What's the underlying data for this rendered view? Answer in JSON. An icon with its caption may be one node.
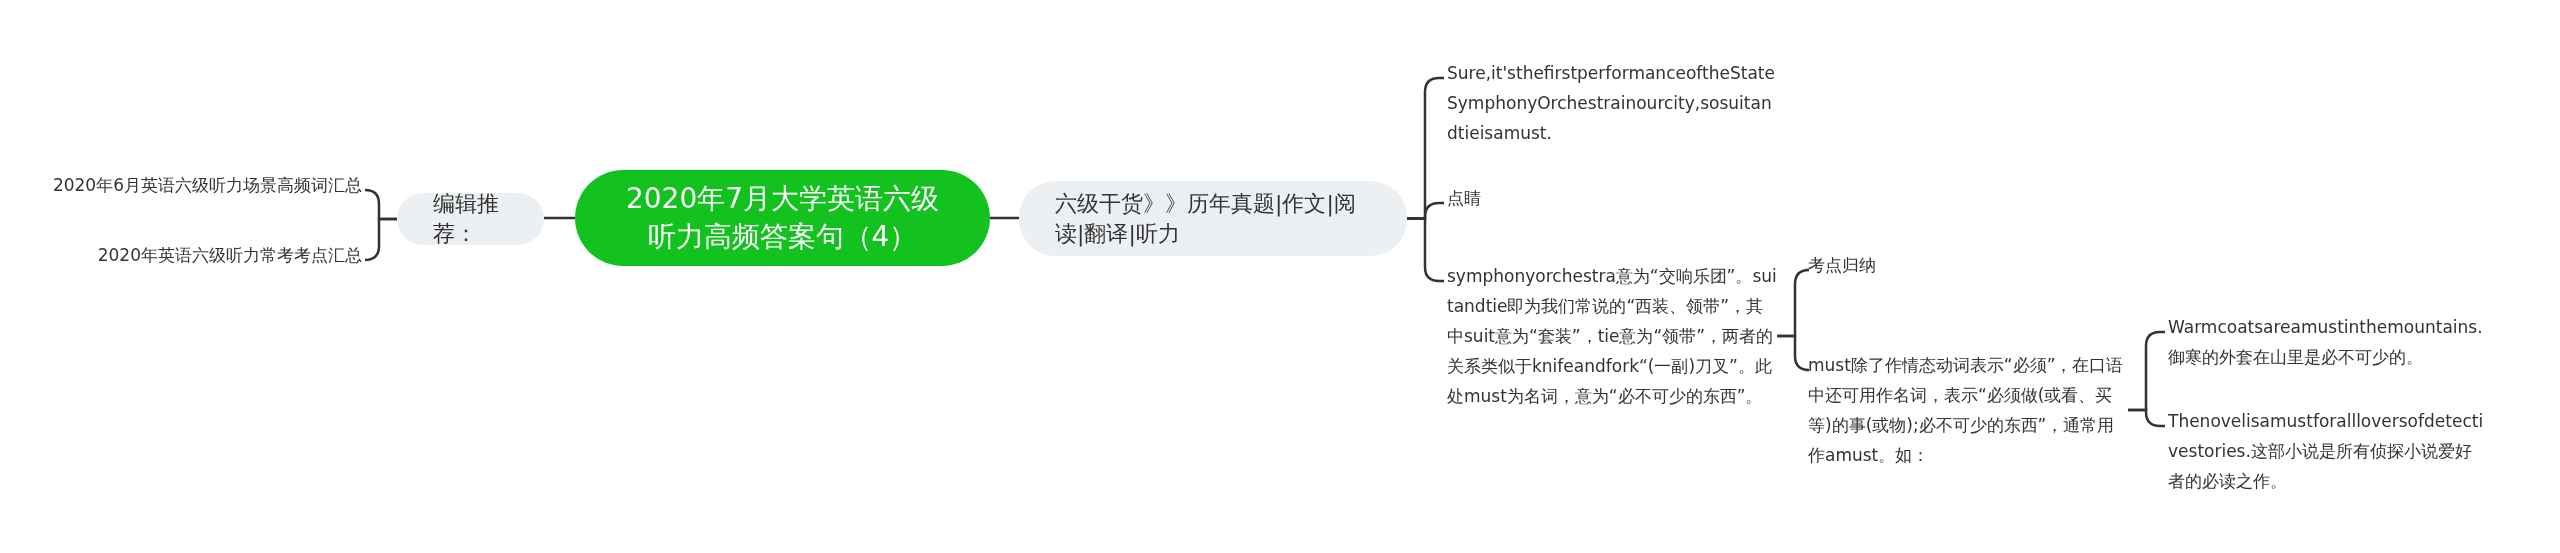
{
  "diagram": {
    "nodes": [
      {
        "text": [
          "2020年7月大学英语六级听力高频答案句（4）"
        ]
      },
      {
        "text": [
          "编辑推荐："
        ]
      },
      {
        "text": [
          "2020年6月英语六级听力场景高频词汇总"
        ]
      },
      {
        "text": [
          "2020年英语六级听力常考考点汇总"
        ]
      },
      {
        "text": [
          "六级干货》》历年真题|作文|阅读|翻译|听力"
        ]
      },
      {
        "text": [
          "Sure,it'sthefirstperformanceoftheStateSymphonyOrchestrainourcity,sosuitandtieisamust."
        ]
      },
      {
        "text": [
          "点睛"
        ]
      },
      {
        "text": [
          "symphonyorchestra意为“交响乐团”。suitandtie即为我们常说的“西装、领带”，其中suit意为“套装”，tie意为“领带”，两者的关系类似于knifeandfork“(一副)刀叉”。此处must为名词，意为“必不可少的东西”。"
        ]
      },
      {
        "text": [
          "考点归纳"
        ]
      },
      {
        "text": [
          "must除了作情态动词表示“必须”，在口语中还可用作名词，表示“必须做(或看、买等)的事(或物);必不可少的东西”，通常用作amust。如："
        ]
      },
      {
        "text": [
          "Warmcoatsareamustinthemountains.御寒的外套在山里是必不可少的。"
        ]
      },
      {
        "text": [
          "Thenovelisamustforallloversofdetectivestories.这部小说是所有侦探小说爱好者的必读之作。"
        ]
      }
    ],
    "edges": [
      {
        "from": 0,
        "to": 1,
        "arrow": "none"
      },
      {
        "from": 1,
        "to": 2,
        "arrow": "none"
      },
      {
        "from": 1,
        "to": 3,
        "arrow": "none"
      },
      {
        "from": 0,
        "to": 4,
        "arrow": "none"
      },
      {
        "from": 4,
        "to": 5,
        "arrow": "none"
      },
      {
        "from": 4,
        "to": 6,
        "arrow": "none"
      },
      {
        "from": 4,
        "to": 7,
        "arrow": "none"
      },
      {
        "from": 7,
        "to": 8,
        "arrow": "none"
      },
      {
        "from": 7,
        "to": 9,
        "arrow": "none"
      },
      {
        "from": 9,
        "to": 10,
        "arrow": "none"
      },
      {
        "from": 9,
        "to": 11,
        "arrow": "none"
      }
    ]
  }
}
